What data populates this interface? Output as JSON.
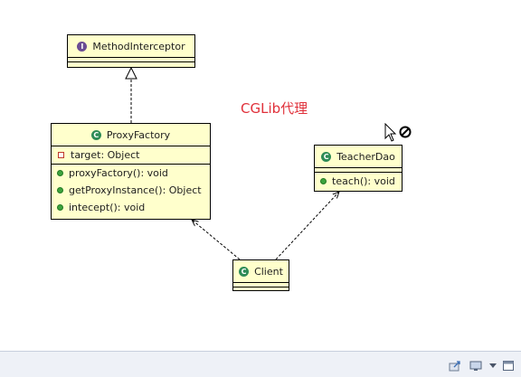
{
  "diagram": {
    "caption": "CGLib代理",
    "classes": [
      {
        "id": "MethodInterceptor",
        "kind": "interface",
        "name": "MethodInterceptor",
        "fields": [],
        "methods": []
      },
      {
        "id": "ProxyFactory",
        "kind": "class",
        "name": "ProxyFactory",
        "fields": [
          {
            "visibility": "private",
            "text": "target: Object"
          }
        ],
        "methods": [
          {
            "visibility": "public",
            "text": "proxyFactory(): void"
          },
          {
            "visibility": "public",
            "text": "getProxyInstance(): Object"
          },
          {
            "visibility": "public",
            "text": "intecept(): void"
          }
        ]
      },
      {
        "id": "TeacherDao",
        "kind": "class",
        "name": "TeacherDao",
        "fields": [],
        "methods": [
          {
            "visibility": "public",
            "text": "teach(): void"
          }
        ]
      },
      {
        "id": "Client",
        "kind": "class",
        "name": "Client",
        "fields": [],
        "methods": []
      }
    ],
    "relations": [
      {
        "from": "ProxyFactory",
        "to": "MethodInterceptor",
        "type": "realization"
      },
      {
        "from": "Client",
        "to": "ProxyFactory",
        "type": "dependency"
      },
      {
        "from": "Client",
        "to": "TeacherDao",
        "type": "dependency"
      }
    ]
  },
  "icons": {
    "interface_badge": "I",
    "class_badge": "C",
    "cursor": "arrow-cursor-icon",
    "not_allowed": "not-allowed-icon"
  },
  "colors": {
    "class_fill": "#ffffcc",
    "caption": "#e0303a",
    "public_marker": "#3da33d",
    "private_marker": "#c0392b"
  },
  "status_bar": {
    "icons": [
      "export-icon",
      "monitor-icon",
      "dropdown-icon",
      "window-icon"
    ]
  }
}
